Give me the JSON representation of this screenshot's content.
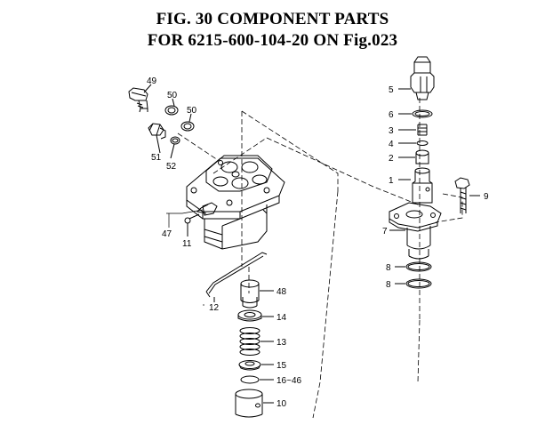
{
  "title_line1": "FIG. 30  COMPONENT PARTS",
  "title_line2": "FOR 6215-600-104-20 ON Fig.023",
  "callouts": {
    "c49": "49",
    "c50a": "50",
    "c50b": "50",
    "c51": "51",
    "c52": "52",
    "c47": "47",
    "c11": "11",
    "c12": "12",
    "c48": "48",
    "c14": "14",
    "c13": "13",
    "c15": "15",
    "c16": "16~46",
    "c10": "10",
    "c5": "5",
    "c6": "6",
    "c3": "3",
    "c4": "4",
    "c2": "2",
    "c1": "1",
    "c9": "9",
    "c7": "7",
    "c8a": "8",
    "c8b": "8"
  },
  "colors": {
    "ink": "#000000",
    "background": "#ffffff"
  }
}
